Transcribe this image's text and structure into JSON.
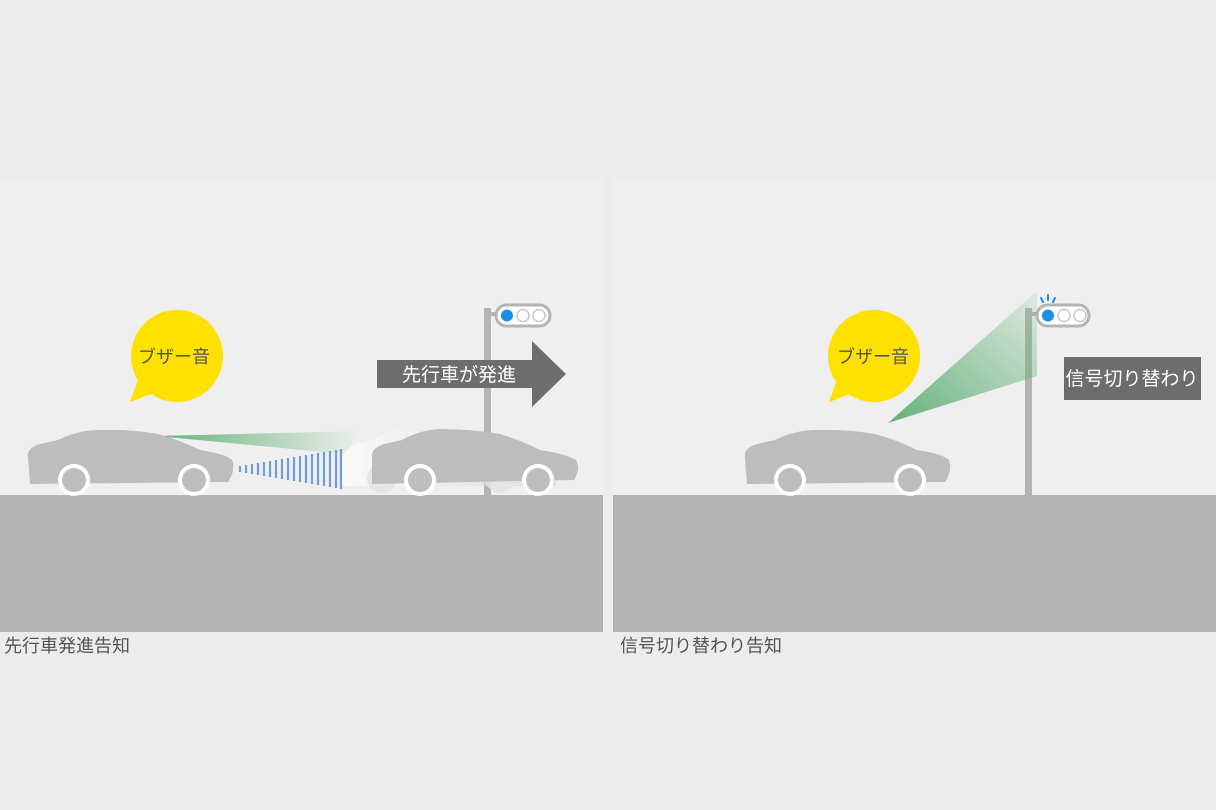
{
  "panels": [
    {
      "caption": "先行車発進告知",
      "bubble_text": "ブザー音",
      "arrow_text": "先行車が発進"
    },
    {
      "caption": "信号切り替わり告知",
      "bubble_text": "ブザー音",
      "sign_text": "信号切り替わり"
    }
  ],
  "colors": {
    "background": "#ececec",
    "scene": "#efefef",
    "road": "#b4b4b4",
    "car": "#bdbdbd",
    "bubble": "#ffe100",
    "signal_blue": "#1a8fe3",
    "beam_green": "#7fbf8c",
    "arrow": "#6d6d6d"
  }
}
